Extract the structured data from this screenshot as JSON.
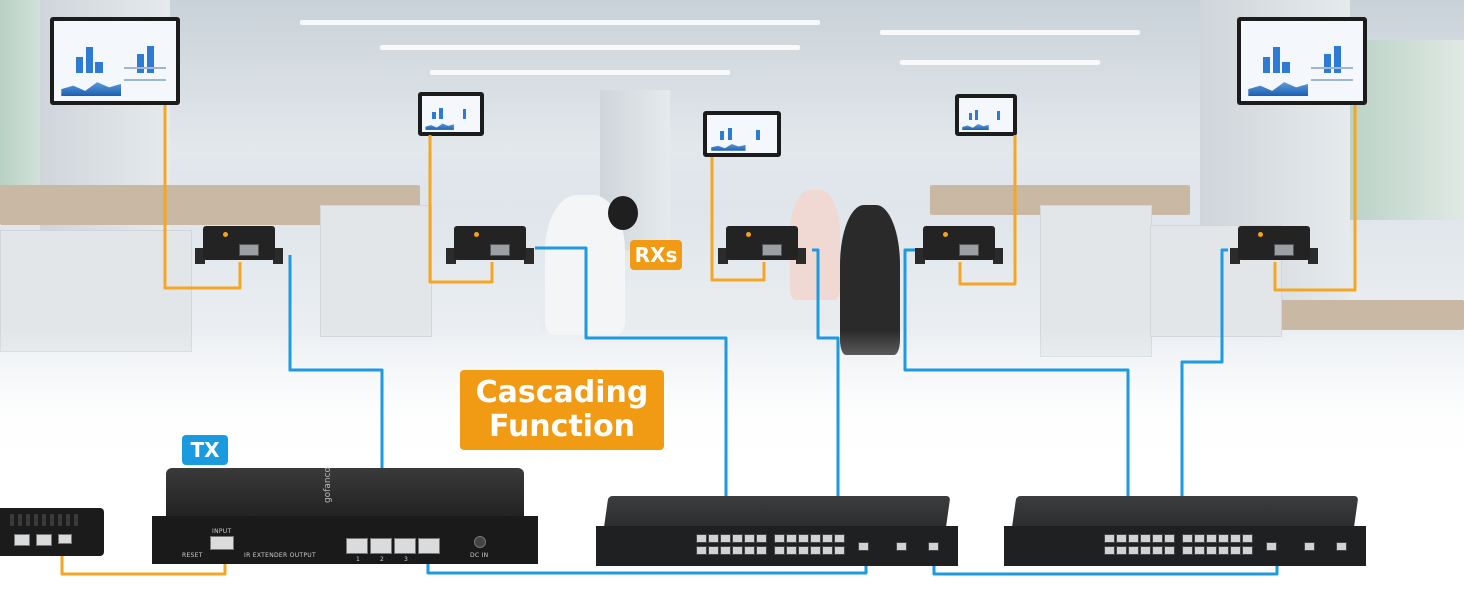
{
  "labels": {
    "rxs": "RXs",
    "tx": "TX",
    "cascading_line1": "Cascading",
    "cascading_line2": "Function"
  },
  "device_text": {
    "brand": "gofanco",
    "reset": "RESET",
    "input": "INPUT",
    "ir_extender_output": "IR EXTENDER OUTPUT",
    "dc_in": "DC IN",
    "port_1": "1",
    "port_2": "2",
    "port_3": "3"
  },
  "colors": {
    "hdmi_cable": "#f5a623",
    "lan_cable": "#1e9be0",
    "badge_orange": "#f19a13",
    "badge_blue": "#1a9be0"
  }
}
